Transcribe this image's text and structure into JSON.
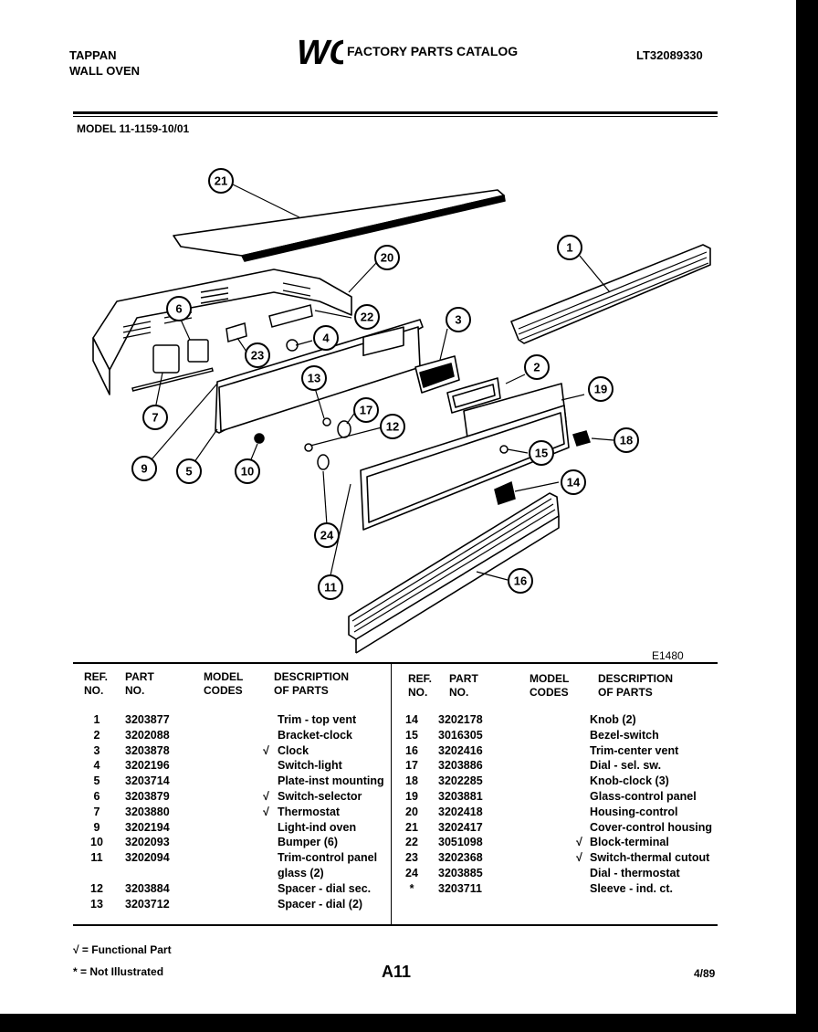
{
  "header": {
    "brand_line1": "TAPPAN",
    "brand_line2": "WALL OVEN",
    "logo_text": "WCI",
    "catalog_title": "FACTORY PARTS CATALOG",
    "catalog_number": "LT32089330"
  },
  "model_line": "MODEL 11-1159-10/01",
  "diagram": {
    "drawing_number": "E1480",
    "callouts": [
      "21",
      "20",
      "1",
      "6",
      "22",
      "3",
      "4",
      "23",
      "2",
      "19",
      "7",
      "13",
      "17",
      "12",
      "18",
      "15",
      "9",
      "5",
      "10",
      "14",
      "24",
      "16",
      "11"
    ]
  },
  "table": {
    "headers": {
      "ref": [
        "REF.",
        "NO."
      ],
      "part": [
        "PART",
        "NO."
      ],
      "model": [
        "MODEL",
        "CODES"
      ],
      "desc": [
        "DESCRIPTION",
        "OF PARTS"
      ]
    },
    "left": [
      {
        "ref": "1",
        "part": "3203877",
        "mark": "",
        "desc": "Trim - top vent"
      },
      {
        "ref": "2",
        "part": "3202088",
        "mark": "",
        "desc": "Bracket-clock"
      },
      {
        "ref": "3",
        "part": "3203878",
        "mark": "√",
        "desc": "Clock"
      },
      {
        "ref": "4",
        "part": "3202196",
        "mark": "",
        "desc": "Switch-light"
      },
      {
        "ref": "5",
        "part": "3203714",
        "mark": "",
        "desc": "Plate-inst mounting"
      },
      {
        "ref": "6",
        "part": "3203879",
        "mark": "√",
        "desc": "Switch-selector"
      },
      {
        "ref": "7",
        "part": "3203880",
        "mark": "√",
        "desc": "Thermostat"
      },
      {
        "ref": "9",
        "part": "3202194",
        "mark": "",
        "desc": "Light-ind oven"
      },
      {
        "ref": "10",
        "part": "3202093",
        "mark": "",
        "desc": "Bumper (6)"
      },
      {
        "ref": "11",
        "part": "3202094",
        "mark": "",
        "desc": "Trim-control panel"
      },
      {
        "ref": "",
        "part": "",
        "mark": "",
        "desc": "glass (2)"
      },
      {
        "ref": "12",
        "part": "3203884",
        "mark": "",
        "desc": "Spacer - dial sec."
      },
      {
        "ref": "13",
        "part": "3203712",
        "mark": "",
        "desc": "Spacer - dial (2)"
      }
    ],
    "right": [
      {
        "ref": "14",
        "part": "3202178",
        "mark": "",
        "desc": "Knob (2)"
      },
      {
        "ref": "15",
        "part": "3016305",
        "mark": "",
        "desc": "Bezel-switch"
      },
      {
        "ref": "16",
        "part": "3202416",
        "mark": "",
        "desc": "Trim-center vent"
      },
      {
        "ref": "17",
        "part": "3203886",
        "mark": "",
        "desc": "Dial - sel. sw."
      },
      {
        "ref": "18",
        "part": "3202285",
        "mark": "",
        "desc": "Knob-clock (3)"
      },
      {
        "ref": "19",
        "part": "3203881",
        "mark": "",
        "desc": "Glass-control panel"
      },
      {
        "ref": "20",
        "part": "3202418",
        "mark": "",
        "desc": "Housing-control"
      },
      {
        "ref": "21",
        "part": "3202417",
        "mark": "",
        "desc": "Cover-control housing"
      },
      {
        "ref": "22",
        "part": "3051098",
        "mark": "√",
        "desc": "Block-terminal"
      },
      {
        "ref": "23",
        "part": "3202368",
        "mark": "√",
        "desc": "Switch-thermal cutout"
      },
      {
        "ref": "24",
        "part": "3203885",
        "mark": "",
        "desc": "Dial - thermostat"
      },
      {
        "ref": "*",
        "part": "3203711",
        "mark": "",
        "desc": "Sleeve - ind. ct."
      }
    ]
  },
  "footer": {
    "legend_functional": "√ = Functional Part",
    "legend_not_illustrated": "* = Not Illustrated",
    "page": "A11",
    "date": "4/89"
  }
}
